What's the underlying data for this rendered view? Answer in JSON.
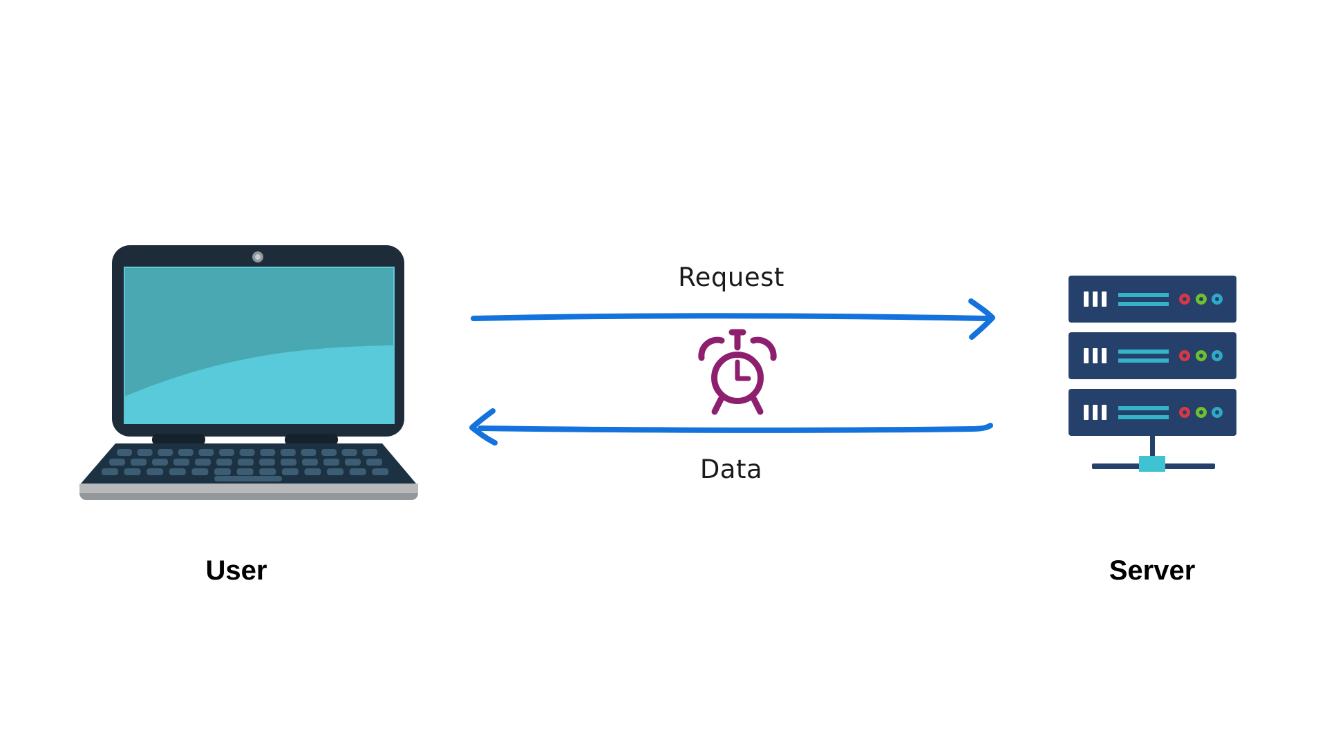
{
  "palette": {
    "canvas-bg": "#ffffff",
    "arrow-blue": "#1372DC",
    "clock-magenta": "#8E1F6E",
    "flow-label-color": "#1a1a1a",
    "node-label-color": "#000000",
    "laptop-body": "#1E2C3A",
    "laptop-hinge": "#15212B",
    "laptop-keyboard": "#1C3242",
    "laptop-key": "#3C5D73",
    "laptop-base": "#B8B9BB",
    "laptop-base-shadow": "#94979A",
    "screen-teal": "#4AA8B2",
    "screen-teal-light": "#58CADA",
    "screen-edge": "#5FC8D8",
    "webcam-outer": "#8F969C",
    "webcam-inner": "#C6CBCF",
    "server-navy": "#25406A",
    "server-slot-white": "#FFFFFF",
    "server-teal": "#35B4C8",
    "server-teal-box": "#3FC3D3",
    "led-red": "#D63846",
    "led-green": "#6FC02E",
    "led-cyan": "#2FA9C6"
  },
  "diagram": {
    "nodes": [
      {
        "id": "user",
        "label": "User",
        "icon": "laptop-icon"
      },
      {
        "id": "server",
        "label": "Server",
        "icon": "server-rack-icon"
      }
    ],
    "flows": [
      {
        "id": "request",
        "label": "Request",
        "from": "user",
        "to": "server",
        "direction": "left-to-right"
      },
      {
        "id": "data",
        "label": "Data",
        "from": "server",
        "to": "user",
        "direction": "right-to-left"
      }
    ],
    "center_icon": "alarm-clock-icon"
  }
}
